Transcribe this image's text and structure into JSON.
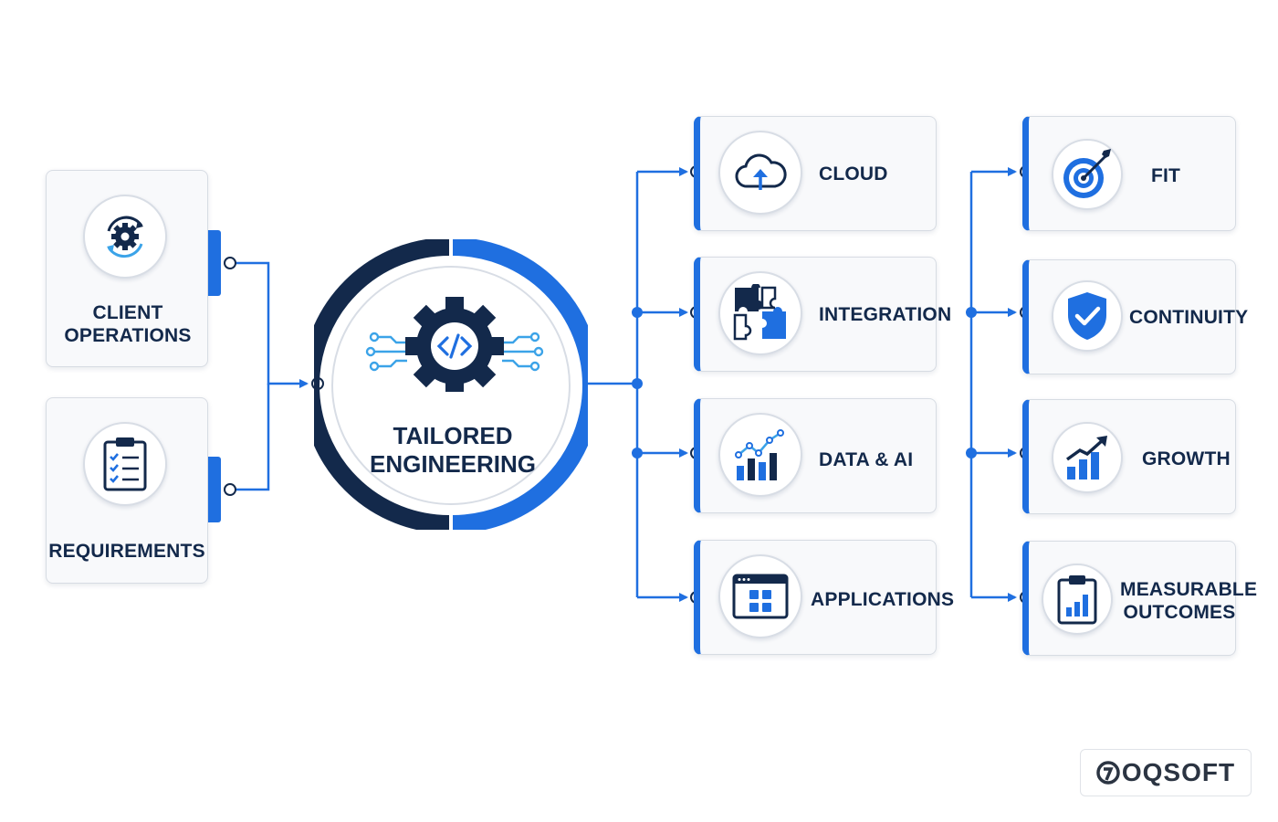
{
  "inputs": [
    {
      "label": "CLIENT OPERATIONS",
      "icon": "gear-cycle-icon"
    },
    {
      "label": "REQUIREMENTS",
      "icon": "clipboard-checklist-icon"
    }
  ],
  "hub": {
    "title": "TAILORED ENGINEERING",
    "icon": "code-gear-icon"
  },
  "capabilities": [
    {
      "label": "CLOUD",
      "icon": "cloud-upload-icon"
    },
    {
      "label": "INTEGRATION",
      "icon": "puzzle-icon"
    },
    {
      "label": "DATA & AI",
      "icon": "chart-line-icon"
    },
    {
      "label": "APPLICATIONS",
      "icon": "app-window-icon"
    }
  ],
  "outcomes": [
    {
      "label": "FIT",
      "icon": "target-icon"
    },
    {
      "label": "CONTINUITY",
      "icon": "shield-check-icon"
    },
    {
      "label": "GROWTH",
      "icon": "growth-chart-icon"
    },
    {
      "label": "MEASURABLE OUTCOMES",
      "icon": "clipboard-chart-icon"
    }
  ],
  "logo": {
    "text": "OQSOFT"
  },
  "colors": {
    "navy": "#13294b",
    "blue": "#1f6fe0",
    "light_blue": "#3ba3e8",
    "card_bg": "#f8f9fb"
  }
}
